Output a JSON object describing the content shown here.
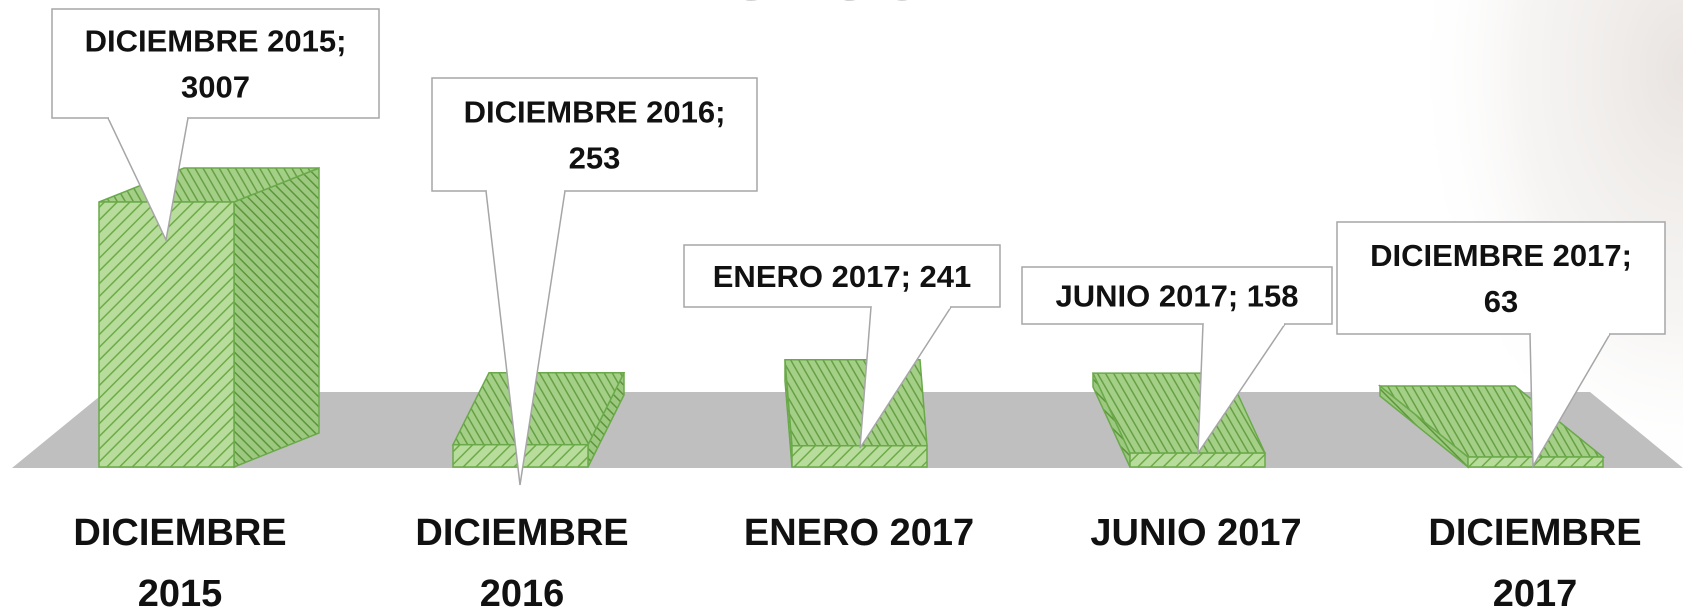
{
  "title": "ASEGURADA",
  "chart_data": {
    "type": "bar",
    "style": "3d",
    "categories": [
      "DICIEMBRE 2015",
      "DICIEMBRE 2016",
      "ENERO 2017",
      "JUNIO 2017",
      "DICIEMBRE 2017"
    ],
    "category_label_lines": [
      [
        "DICIEMBRE",
        "2015"
      ],
      [
        "DICIEMBRE",
        "2016"
      ],
      [
        "ENERO 2017"
      ],
      [
        "JUNIO 2017"
      ],
      [
        "DICIEMBRE",
        "2017"
      ]
    ],
    "values": [
      3007,
      253,
      241,
      158,
      63
    ],
    "data_labels": [
      [
        "DICIEMBRE 2015;",
        "3007"
      ],
      [
        "DICIEMBRE 2016;",
        "253"
      ],
      [
        "ENERO 2017; 241"
      ],
      [
        "JUNIO 2017; 158"
      ],
      [
        "DICIEMBRE 2017;",
        "63"
      ]
    ],
    "ylim": [
      0,
      3007
    ],
    "grid": false,
    "legend": "none",
    "colors": {
      "bar_fill": "#a9d18e",
      "bar_hatch": "#70ad47",
      "bar_outline": "#6aa94a",
      "floor": "#bfbfbf",
      "callout_border": "#a6a6a6"
    }
  }
}
